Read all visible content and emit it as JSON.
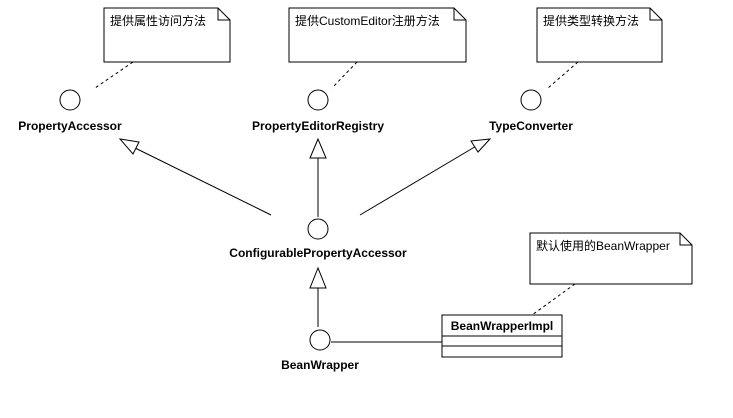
{
  "diagram": {
    "interfaces": {
      "property_accessor": "PropertyAccessor",
      "property_editor_registry": "PropertyEditorRegistry",
      "type_converter": "TypeConverter",
      "configurable_property_accessor": "ConfigurablePropertyAccessor",
      "bean_wrapper": "BeanWrapper"
    },
    "notes": {
      "property_accessor": "提供属性访问方法",
      "property_editor_registry": "提供CustomEditor注册方法",
      "type_converter": "提供类型转换方法",
      "bean_wrapper_impl": "默认使用的BeanWrapper"
    },
    "classes": {
      "bean_wrapper_impl": "BeanWrapperImpl"
    }
  }
}
